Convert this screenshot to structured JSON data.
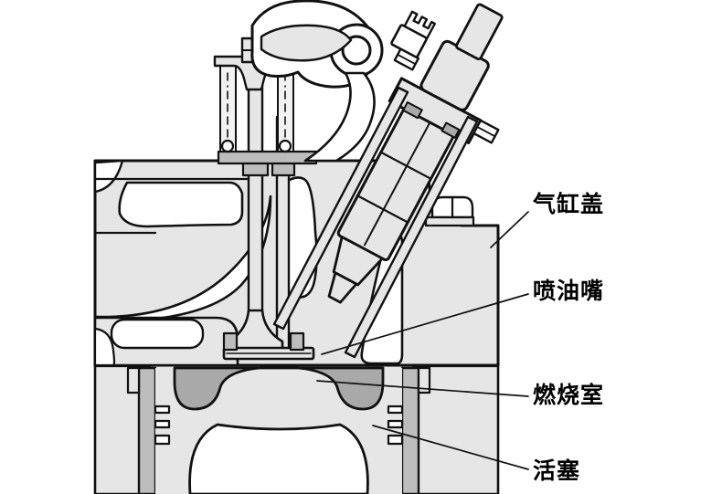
{
  "figure": {
    "type": "engineering-cross-section",
    "subject": "diesel engine cylinder head, injector, combustion chamber and piston cross-section",
    "background_color": "#ffffff",
    "outline_color": "#111111",
    "fills": {
      "casting_light_gray": "#e6e6e6",
      "chamber_mid_gray": "#a9a9a9",
      "component_gray": "#bdbdbd",
      "cavity_white": "#ffffff"
    }
  },
  "labels": [
    {
      "id": "cylinder-head",
      "text": "气缸盖",
      "leader_from": [
        578,
        232
      ],
      "leader_to": [
        537,
        271
      ]
    },
    {
      "id": "injector",
      "text": "喷油嘴",
      "leader_from": [
        578,
        322
      ],
      "leader_to": [
        352,
        388
      ]
    },
    {
      "id": "combustion-chamber",
      "text": "燃烧室",
      "leader_from": [
        578,
        434
      ],
      "leader_to": [
        347,
        417
      ]
    },
    {
      "id": "piston",
      "text": "活塞",
      "leader_from": [
        578,
        514
      ],
      "leader_to": [
        408,
        466
      ]
    }
  ],
  "components": {
    "cylinder_head": "气缸盖",
    "injector": "喷油嘴",
    "combustion_chamber": "燃烧室",
    "piston": "活塞"
  }
}
